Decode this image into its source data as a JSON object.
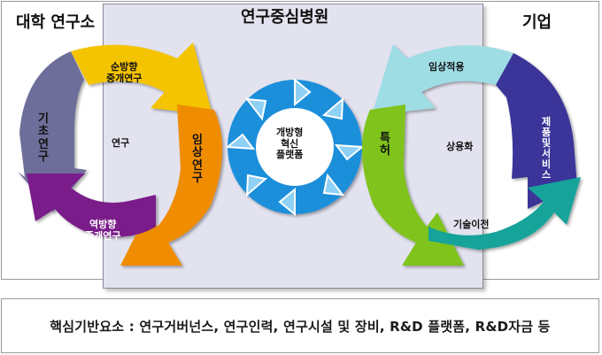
{
  "header": {
    "left_title": "대학 연구소",
    "center_title": "연구중심병원",
    "right_title": "기업"
  },
  "left_cycle": {
    "top_arrow": "순방향\n중개연구",
    "left_arrow": "기초연구",
    "center": "연구",
    "bottom_arrow": "역방향\n중개연구",
    "right_arrow": "임상연구"
  },
  "center_cycle": {
    "label": "개방형\n혁신\n플랫폼"
  },
  "right_cycle": {
    "top_arrow": "임상적용",
    "left_arrow": "특허",
    "center": "상용화",
    "bottom_arrow": "기술이전",
    "right_arrow": "제품 및 서비스"
  },
  "footer": {
    "text": "핵심기반요소 : 연구거버넌스, 연구인력, 연구시설 및 장비, R&D 플랫폼, R&D자금 등"
  },
  "colors": {
    "panel": "#e3e3f0",
    "left_top": "#f5c400",
    "left_left": "#6e6e9a",
    "left_bottom": "#7a1f8a",
    "left_right": "#f08c00",
    "center": "#1f8fdb",
    "right_top": "#9fdde5",
    "right_left": "#7fc31c",
    "right_bottom": "#14a39a",
    "right_right": "#3b3599"
  }
}
